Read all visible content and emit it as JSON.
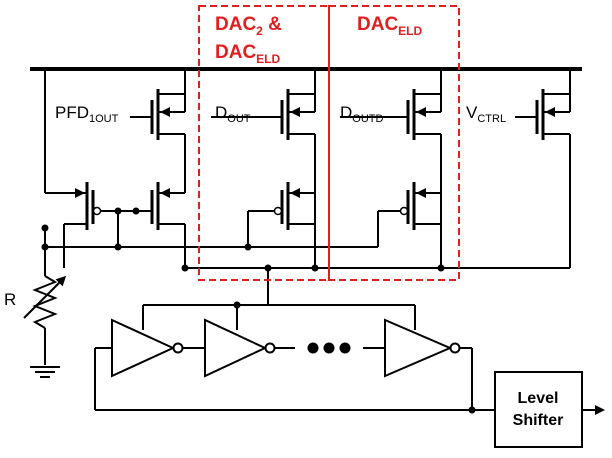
{
  "labels": {
    "pfd": {
      "main": "PFD",
      "sub": "1OUT"
    },
    "dout": {
      "main": "D",
      "sub": "OUT"
    },
    "doutd": {
      "main": "D",
      "sub": "OUTD"
    },
    "vctrl": {
      "main": "V",
      "sub": "CTRL"
    },
    "resistor": "R"
  },
  "boxes": {
    "dac2_line1_main": "DAC",
    "dac2_line1_sub": "2",
    "dac2_line1_tail": " &",
    "dac2_line2_main": "DAC",
    "dac2_line2_sub": "ELD",
    "daceld_main": "DAC",
    "daceld_sub": "ELD"
  },
  "level_shifter": {
    "line1": "Level",
    "line2": "Shifter"
  },
  "colors": {
    "highlight": "#e01f1f",
    "ink": "#000000"
  }
}
